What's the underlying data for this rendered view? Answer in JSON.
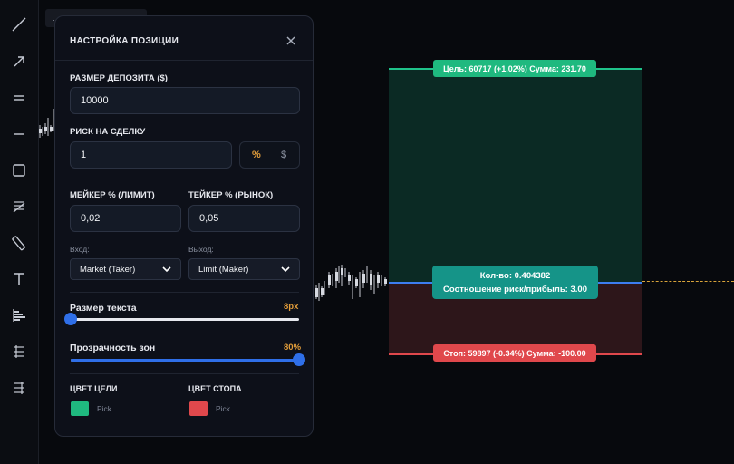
{
  "tab_stub": "...",
  "chart": {
    "target_label": "Цель: 60717 (+1.02%) Сумма: 231.70",
    "stop_label": "Стоп: 59897 (-0.34%) Сумма: -100.00",
    "qty_label": "Кол-во: 0.404382",
    "rr_label": "Соотношение риск/прибыль: 3.00",
    "colors": {
      "target": "#1fb97f",
      "stop": "#e0484c",
      "entry": "#3d7ef0"
    }
  },
  "toolbar": {
    "icons": [
      "trend-line-icon",
      "arrow-icon",
      "parallel-lines-icon",
      "horizontal-line-icon",
      "rectangle-icon",
      "fib-icon",
      "ruler-icon",
      "text-icon",
      "volume-profile-icon",
      "long-position-icon",
      "short-position-icon"
    ]
  },
  "panel": {
    "title": "НАСТРОЙКА ПОЗИЦИИ",
    "deposit_label": "РАЗМЕР ДЕПОЗИТА ($)",
    "deposit_value": "10000",
    "risk_label": "РИСК НА СДЕЛКУ",
    "risk_value": "1",
    "risk_percent": "%",
    "risk_dollar": "$",
    "maker_label": "МЕЙКЕР % (ЛИМИТ)",
    "maker_value": "0,02",
    "taker_label": "ТЕЙКЕР % (РЫНОК)",
    "taker_value": "0,05",
    "entry_label": "Вход:",
    "entry_value": "Market (Taker)",
    "exit_label": "Выход:",
    "exit_value": "Limit (Maker)",
    "text_size_label": "Размер текста",
    "text_size_value": "8px",
    "text_size_level": 0.0,
    "opacity_label": "Прозрачность зон",
    "opacity_value": "80%",
    "opacity_level": 1.0,
    "target_color_label": "ЦВЕТ ЦЕЛИ",
    "target_color": "#1fb97f",
    "stop_color_label": "ЦВЕТ СТОПА",
    "stop_color": "#e0484c",
    "pick_label": "Pick",
    "accent": "#e29d3a"
  }
}
